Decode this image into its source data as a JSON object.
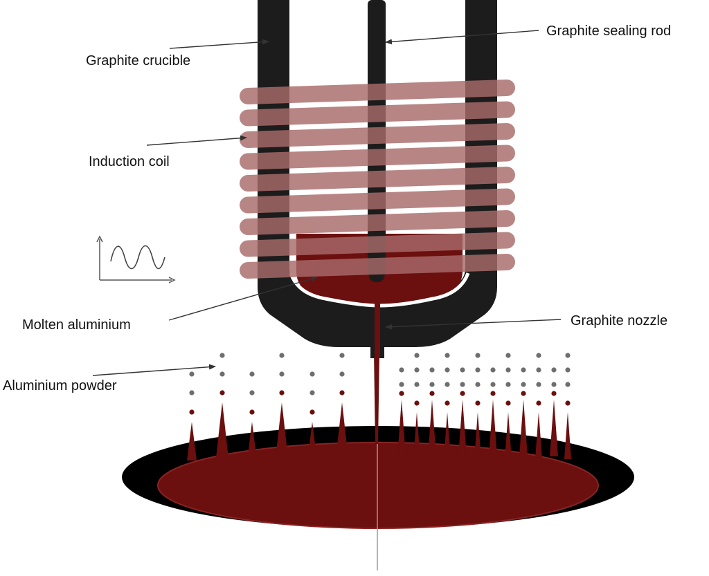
{
  "labels": {
    "graphite_crucible": "Graphite crucible",
    "graphite_sealing_rod": "Graphite sealing rod",
    "induction_coil": "Induction coil",
    "molten_aluminium": "Molten aluminium",
    "graphite_nozzle": "Graphite nozzle",
    "aluminium_powder": "Aluminium powder"
  },
  "colors": {
    "graphite": "#1c1c1c",
    "coil": "#a86a6a",
    "molten": "#6b0f0f",
    "molten_dark": "#5a0c0c",
    "powder_grey": "#6e6e6e",
    "base_black": "#000000",
    "leader": "#333333"
  },
  "counts": {
    "coil_turns": 9
  }
}
